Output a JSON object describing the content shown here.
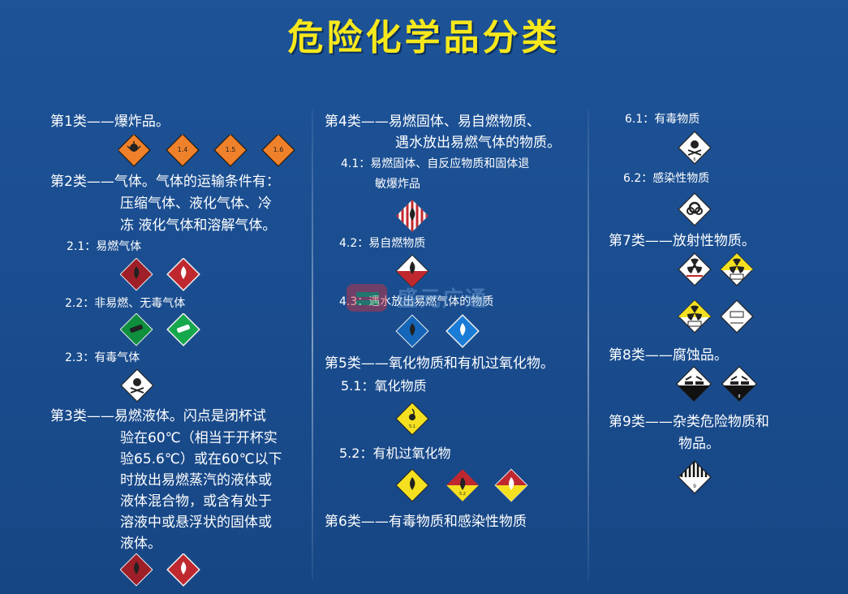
{
  "title": "危险化学品分类",
  "col1": {
    "c1": "第1类——爆炸品。",
    "c1_labels": [
      "1.4",
      "1.5",
      "1.6"
    ],
    "c2_line1": "第2类——气体。气体的运输条件有：",
    "c2_line2": "压缩气体、液化气体、冷",
    "c2_line3": "冻 液化气体和溶解气体。",
    "s21": "2.1：易燃气体",
    "s22": "2.2：非易燃、无毒气体",
    "s23": "2.3：有毒气体",
    "c3_line1": "第3类——易燃液体。闪点是闭杯试",
    "c3_lines": [
      "验在60℃（相当于开杯实",
      "验65.6℃）或在60℃以下",
      "时放出易燃蒸汽的液体或",
      "液体混合物，或含有处于",
      "溶液中或悬浮状的固体或",
      "液体。"
    ]
  },
  "col2": {
    "c4_line1": "第4类——易燃固体、易自燃物质、",
    "c4_line2": "遇水放出易燃气体的物质。",
    "s41_line1": "4.1：易燃固体、自反应物质和固体退",
    "s41_line2": "敏爆炸品",
    "s42": "4.2：易自燃物质",
    "s43": "4.3：遇水放出易燃气体的物质",
    "c5": "第5类——氧化物质和有机过氧化物。",
    "s51": "5.1：氧化物质",
    "s52": "5.2：有机过氧化物",
    "c6": "第6类——有毒物质和感染性物质",
    "label_51": "5.1",
    "label_52": "5.2"
  },
  "col3": {
    "s61": "6.1：有毒物质",
    "s62": "6.2：感染性物质",
    "c7": "第7类——放射性物质。",
    "c8": "第8类——腐蚀品。",
    "c9_line1": "第9类——杂类危险物质和",
    "c9_line2": "物品。",
    "label_6": "6",
    "label_8": "8",
    "label_9": "9"
  },
  "watermark": {
    "text": "盛元广通"
  },
  "colors": {
    "background": "#1b4f91",
    "title": "#f7e81c",
    "explosive_orange": "#f0812b",
    "flammable_red": "#b5242c",
    "gas_green": "#13a34a",
    "water_blue": "#1a7cd6",
    "oxidizer_yellow": "#f4e020"
  }
}
